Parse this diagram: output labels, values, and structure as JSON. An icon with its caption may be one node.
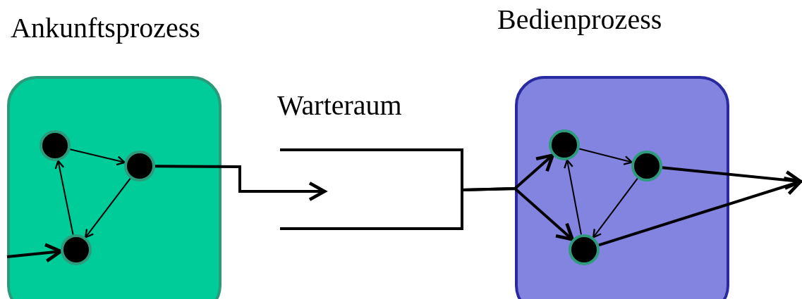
{
  "diagram": {
    "nodes": [
      {
        "text": [
          "Ankunftsprozess"
        ]
      },
      {
        "text": [],
        "shape": "circle",
        "in": 0
      },
      {
        "text": [],
        "shape": "circle",
        "in": 0
      },
      {
        "text": [],
        "shape": "circle",
        "in": 0
      },
      {
        "text": [
          "Warteraum"
        ]
      },
      {
        "text": [
          "Bedienprozess"
        ]
      },
      {
        "text": [],
        "shape": "circle",
        "in": 5
      },
      {
        "text": [],
        "shape": "circle",
        "in": 5
      },
      {
        "text": [],
        "shape": "circle",
        "in": 5
      }
    ],
    "edges": [
      {
        "from": null,
        "to": 3,
        "arrow": "to",
        "style": "thick"
      },
      {
        "from": 1,
        "to": 2,
        "arrow": "to"
      },
      {
        "from": 3,
        "to": 1,
        "arrow": "to"
      },
      {
        "from": 2,
        "to": 3,
        "arrow": "to"
      },
      {
        "from": 2,
        "to": 4,
        "arrow": "to",
        "style": "thick"
      },
      {
        "from": 4,
        "to": 6,
        "arrow": "to",
        "style": "thick"
      },
      {
        "from": 4,
        "to": 8,
        "arrow": "to",
        "style": "thick"
      },
      {
        "from": 6,
        "to": 7,
        "arrow": "to"
      },
      {
        "from": 8,
        "to": 6,
        "arrow": "to"
      },
      {
        "from": 7,
        "to": 8,
        "arrow": "to"
      },
      {
        "from": 7,
        "to": null,
        "arrow": "to",
        "style": "thick"
      },
      {
        "from": 8,
        "to": null,
        "arrow": "to",
        "style": "thick"
      }
    ]
  }
}
